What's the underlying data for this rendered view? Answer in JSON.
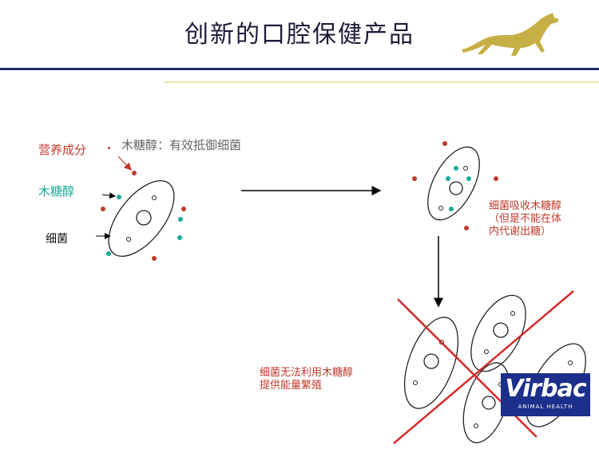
{
  "slide": {
    "title": "创新的口腔保健产品"
  },
  "labels": {
    "nutrients": "营养成分",
    "xylitol": "木糖醇",
    "bacteria": "细菌",
    "xylitol_note": "木糖醇：有效抵御细菌",
    "absorb_note": [
      "细菌吸收木糖醇",
      "（但是不能在体",
      "内代谢出糖）"
    ],
    "result_note": [
      "细菌无法利用木糖醇",
      "提供能量繁殖"
    ]
  },
  "logo": {
    "brand": "Virbac",
    "tagline": "ANIMAL HEALTH"
  },
  "colors": {
    "nutrient_dot": "#c0392b",
    "xylitol_dot": "#1aab99",
    "title_rule": "#1f2a6b",
    "logo_bg": "#1c2f8a",
    "mascot_gold": "#c6b046"
  },
  "icons": {
    "mascot": "running-dog-icon"
  }
}
